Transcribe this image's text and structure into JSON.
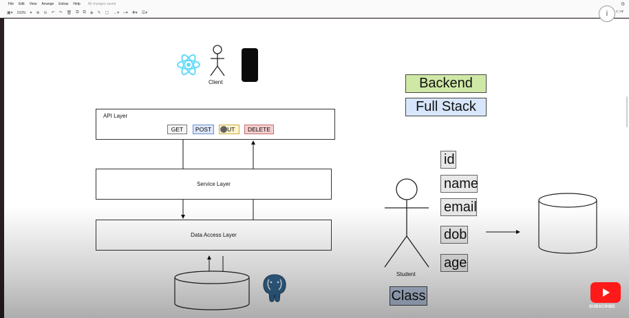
{
  "menu": {
    "items": [
      "File",
      "Edit",
      "View",
      "Arrange",
      "Extras",
      "Help"
    ],
    "status": "All changes saved"
  },
  "toolbar": {
    "zoom": "210%"
  },
  "client": {
    "label": "Client"
  },
  "api_layer": {
    "title": "API Layer",
    "methods": [
      "GET",
      "POST",
      "PUT",
      "DELETE"
    ]
  },
  "service_layer": {
    "label": "Service Layer"
  },
  "data_access_layer": {
    "label": "Data Access Layer"
  },
  "tags": {
    "backend": "Backend",
    "full_stack": "Full Stack"
  },
  "student": {
    "label": "Student",
    "fields": [
      "id",
      "name",
      "email",
      "dob",
      "age"
    ],
    "class_label": "Class"
  },
  "youtube": {
    "label": "SUBSCRIBE"
  },
  "colors": {
    "backend": "#cfe8a6",
    "full_stack": "#d7e6fb",
    "get": "#f4f4f4",
    "post": "#dce7fb",
    "put": "#fff5cf",
    "delete": "#f6cfcf",
    "class": "#b7c6df",
    "react": "#61dafb",
    "postgres": "#336791"
  },
  "icons": [
    "react-icon",
    "person-icon",
    "phone-icon",
    "database-icon",
    "postgresql-icon",
    "help-icon",
    "youtube-icon"
  ]
}
